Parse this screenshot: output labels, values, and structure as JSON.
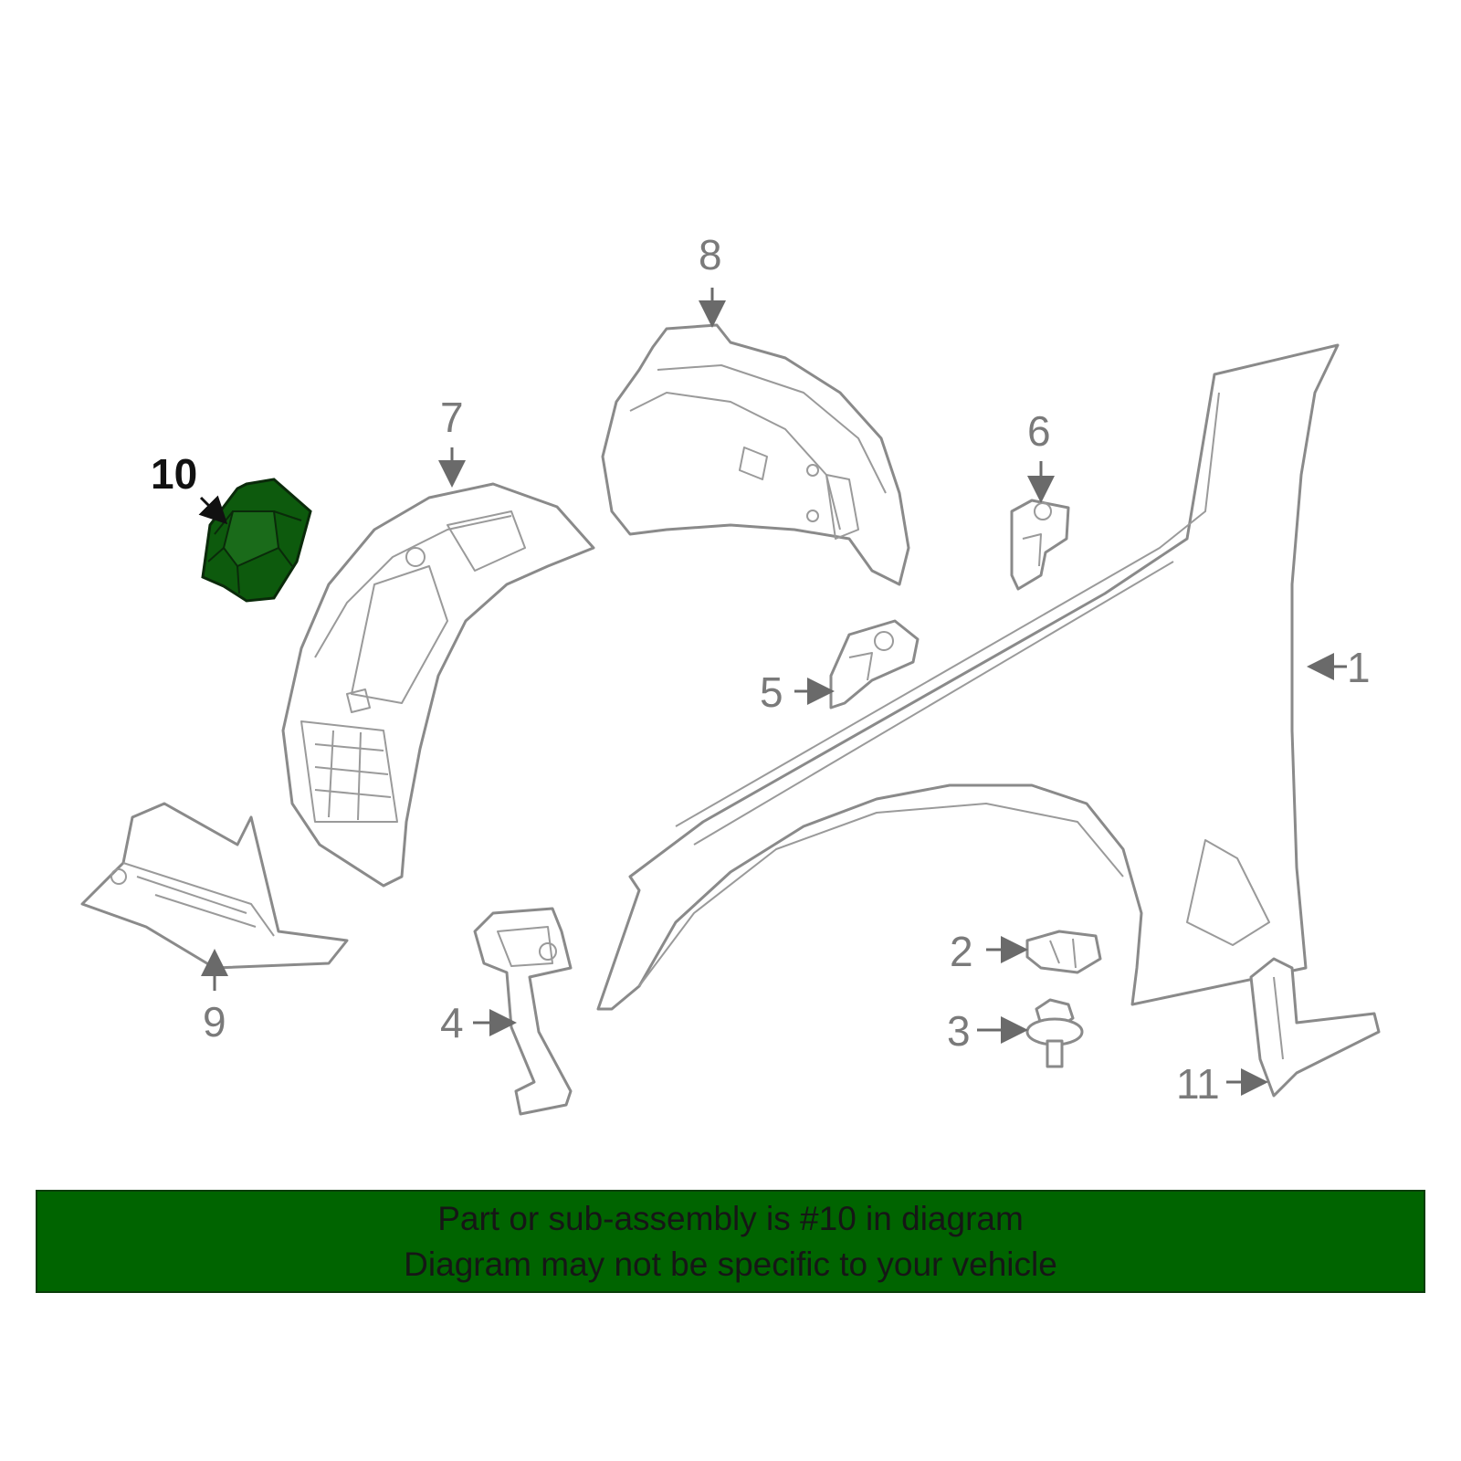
{
  "diagram": {
    "highlight_color": "#006400",
    "highlighted_part": "10",
    "callouts": [
      {
        "id": "1",
        "label": "1"
      },
      {
        "id": "2",
        "label": "2"
      },
      {
        "id": "3",
        "label": "3"
      },
      {
        "id": "4",
        "label": "4"
      },
      {
        "id": "5",
        "label": "5"
      },
      {
        "id": "6",
        "label": "6"
      },
      {
        "id": "7",
        "label": "7"
      },
      {
        "id": "8",
        "label": "8"
      },
      {
        "id": "9",
        "label": "9"
      },
      {
        "id": "10",
        "label": "10"
      },
      {
        "id": "11",
        "label": "11"
      }
    ]
  },
  "banner": {
    "line1": "Part or sub-assembly is #10 in diagram",
    "line2": "Diagram may not be specific to your vehicle",
    "background": "#006400"
  }
}
